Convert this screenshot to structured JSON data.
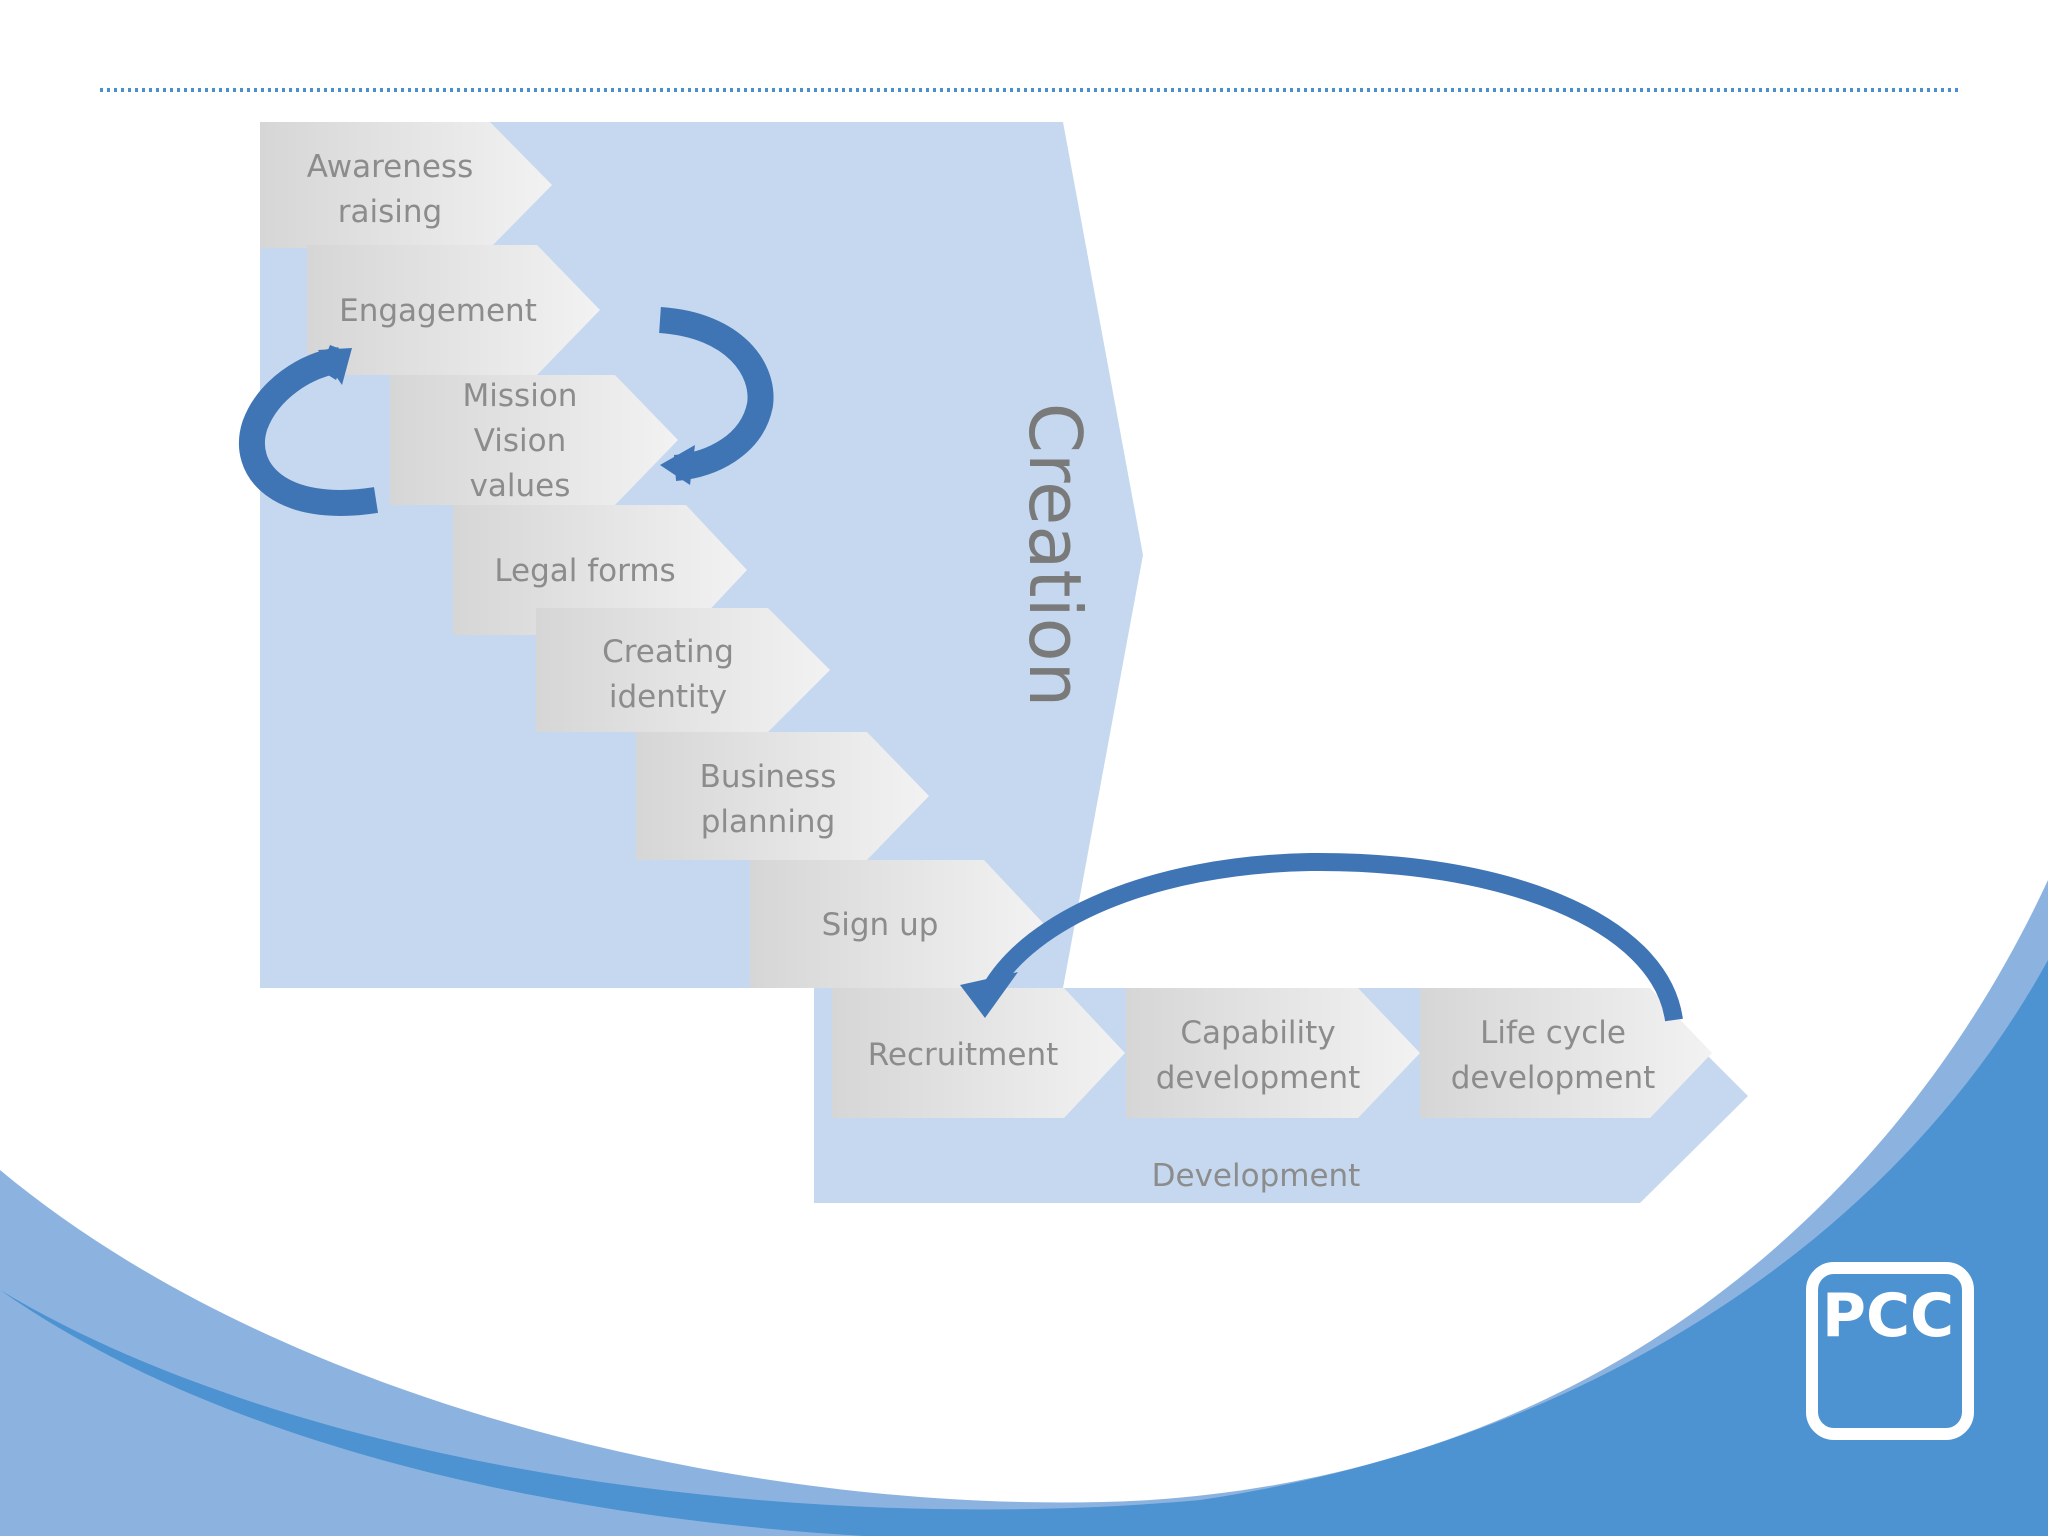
{
  "colors": {
    "phase_fill": "#c5d8ef",
    "step_fill_light": "#f2f2f2",
    "step_fill_dark": "#d6d6d6",
    "arrow_blue": "#3f75b5",
    "wave_light": "#8cb3e0",
    "wave_dark": "#4d93d2",
    "dotted_rule": "#4a8fd0"
  },
  "creation_phase": {
    "label": "Creation",
    "steps": [
      {
        "id": "awareness",
        "lines": [
          "Awareness",
          "raising"
        ]
      },
      {
        "id": "engagement",
        "lines": [
          "Engagement"
        ]
      },
      {
        "id": "mission",
        "lines": [
          "Mission",
          "Vision",
          "values"
        ]
      },
      {
        "id": "legal",
        "lines": [
          "Legal forms"
        ]
      },
      {
        "id": "identity",
        "lines": [
          "Creating",
          "identity"
        ]
      },
      {
        "id": "business",
        "lines": [
          "Business",
          "planning"
        ]
      },
      {
        "id": "signup",
        "lines": [
          "Sign up"
        ]
      }
    ]
  },
  "development_phase": {
    "label": "Development",
    "steps": [
      {
        "id": "recruitment",
        "lines": [
          "Recruitment"
        ]
      },
      {
        "id": "capability",
        "lines": [
          "Capability",
          "development"
        ]
      },
      {
        "id": "lifecycle",
        "lines": [
          "Life cycle",
          "development"
        ]
      }
    ]
  },
  "logo": {
    "text": "PCC"
  }
}
